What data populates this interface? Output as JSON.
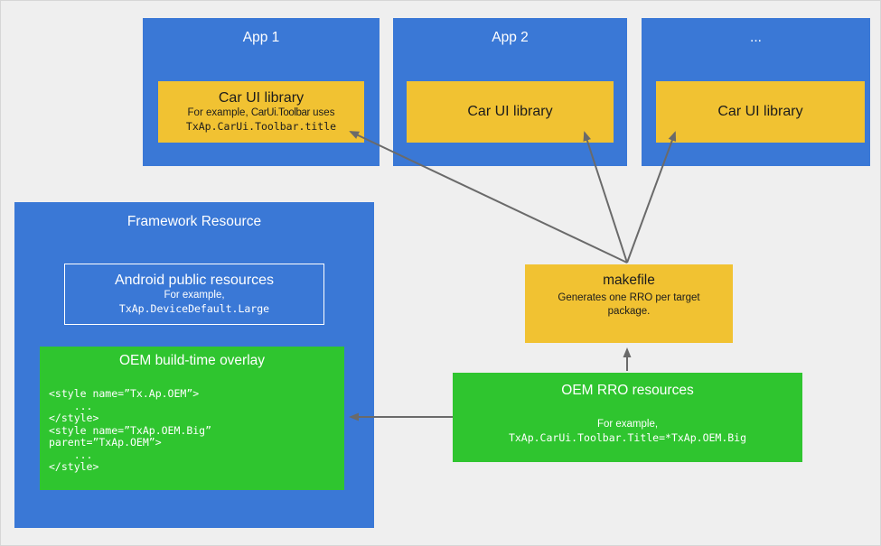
{
  "colors": {
    "background": "#efefef",
    "blue": "#3a78d6",
    "yellow": "#f1c232",
    "green": "#2fc52f",
    "arrow": "#6a6a6a",
    "text-light": "#ffffff",
    "text-dark": "#1c1c1c"
  },
  "apps": [
    {
      "title": "App 1",
      "library": {
        "title": "Car UI library",
        "example_prefix": "For example, ",
        "example_code": "CarUi.Toolbar",
        "example_suffix": " uses",
        "example_ref": "TxAp.CarUi.Toolbar.title"
      }
    },
    {
      "title": "App 2",
      "library": {
        "title": "Car UI library"
      }
    },
    {
      "title": "...",
      "library": {
        "title": "Car UI library"
      }
    }
  ],
  "framework": {
    "title": "Framework Resource",
    "public_resources": {
      "title": "Android public resources",
      "example_label": "For example,",
      "example_code": "TxAp.DeviceDefault.Large"
    },
    "overlay": {
      "title": "OEM build-time overlay",
      "code_lines": [
        "<style name=”Tx.Ap.OEM”>",
        "    ...",
        "</style>",
        "<style name=”TxAp.OEM.Big”",
        "parent=”TxAp.OEM”>",
        "    ...",
        "</style>"
      ]
    }
  },
  "makefile": {
    "title": "makefile",
    "description": "Generates one RRO per target package."
  },
  "oem_rro": {
    "title": "OEM RRO resources",
    "example_label": "For example,",
    "example_code": "TxAp.CarUi.Toolbar.Title=*TxAp.OEM.Big"
  }
}
